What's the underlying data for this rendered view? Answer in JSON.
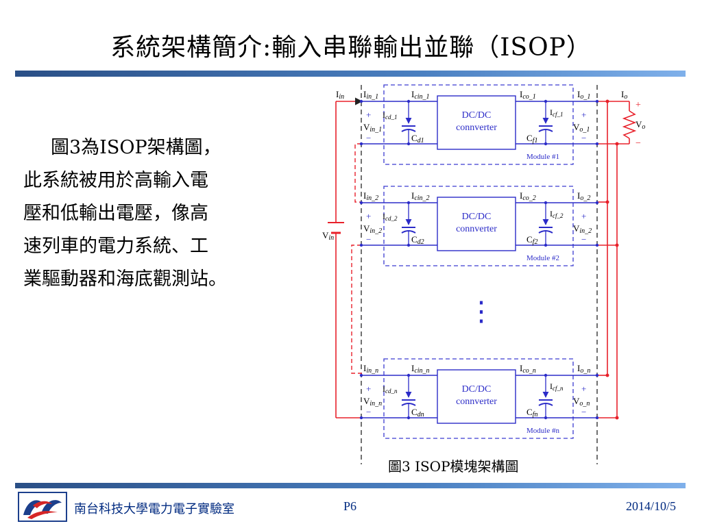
{
  "slide": {
    "title": "系統架構簡介:輸入串聯輸出並聯（ISOP）",
    "body_lines": [
      "圖3為ISOP架構圖，",
      "此系統被用於高輸入電",
      "壓和低輸出電壓，像高",
      "速列車的電力系統、工",
      "業驅動器和海底觀測站。"
    ],
    "caption": "圖3  ISOP模塊架構圖"
  },
  "diagram": {
    "converter_label": [
      "DC/DC",
      "connverter"
    ],
    "input_current": "I",
    "input_current_sub": "in",
    "input_voltage": "V",
    "input_voltage_sub": "in",
    "output_current": "I",
    "output_current_sub": "o",
    "output_voltage": "V",
    "output_voltage_sub": "o",
    "plus": "+",
    "minus": "−",
    "ellipsis": "⋮",
    "modules": [
      {
        "module_label": "Module #1",
        "iin": "I",
        "iin_sub": "in_1",
        "icin": "I",
        "icin_sub": "cin_1",
        "icd": "I",
        "icd_sub": "cd_1",
        "vin": "V",
        "vin_sub": "in_1",
        "cd": "C",
        "cd_sub": "d1",
        "ico": "I",
        "ico_sub": "co_1",
        "icf": "I",
        "icf_sub": "cf_1",
        "cf": "C",
        "cf_sub": "f1",
        "io": "I",
        "io_sub": "o_1",
        "vo": "V",
        "vo_sub": "o_1"
      },
      {
        "module_label": "Module #2",
        "iin": "I",
        "iin_sub": "in_2",
        "icin": "I",
        "icin_sub": "cin_2",
        "icd": "I",
        "icd_sub": "cd_2",
        "vin": "V",
        "vin_sub": "in_2",
        "cd": "C",
        "cd_sub": "d2",
        "ico": "I",
        "ico_sub": "co_2",
        "icf": "I",
        "icf_sub": "cf_2",
        "cf": "C",
        "cf_sub": "f2",
        "io": "I",
        "io_sub": "o_2",
        "vo": "V",
        "vo_sub": "in_2"
      },
      {
        "module_label": "Module #n",
        "iin": "I",
        "iin_sub": "in_n",
        "icin": "I",
        "icin_sub": "cin_n",
        "icd": "I",
        "icd_sub": "cd_n",
        "vin": "V",
        "vin_sub": "in_n",
        "cd": "C",
        "cd_sub": "dn",
        "ico": "I",
        "ico_sub": "co_n",
        "icf": "I",
        "icf_sub": "cf_n",
        "cf": "C",
        "cf_sub": "fn",
        "io": "I",
        "io_sub": "o_n",
        "vo": "V",
        "vo_sub": "o_n"
      }
    ],
    "colors": {
      "wire_red": "#e8202a",
      "wire_blue": "#2b2bc8",
      "module_box": "#3a3ad0",
      "dashed_black": "#222222"
    }
  },
  "footer": {
    "lab_name": "南台科技大學電力電子實驗室",
    "page": "P6",
    "date": "2014/10/5",
    "text_color": "#002a80",
    "logo_icon": "university-logo-icon"
  }
}
